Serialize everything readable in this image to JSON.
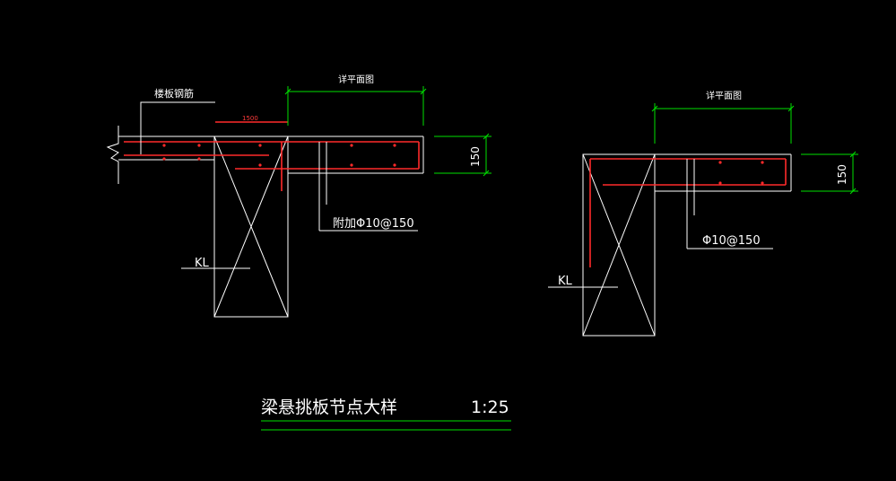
{
  "colors": {
    "background": "#000000",
    "outline": "#ffffff",
    "rebar": "#ff2a2a",
    "dimension": "#00e000"
  },
  "left_detail": {
    "slab_rebar_label": "楼板钢筋",
    "plan_ref_label": "详平面图",
    "rebar_length_label": "1500",
    "thickness_label": "150",
    "added_bar_label": "附加Φ10@150",
    "beam_label": "KL"
  },
  "right_detail": {
    "plan_ref_label": "详平面图",
    "thickness_label": "150",
    "bar_label": "Φ10@150",
    "beam_label": "KL"
  },
  "title_block": {
    "title": "梁悬挑板节点大样",
    "scale": "1:25"
  }
}
